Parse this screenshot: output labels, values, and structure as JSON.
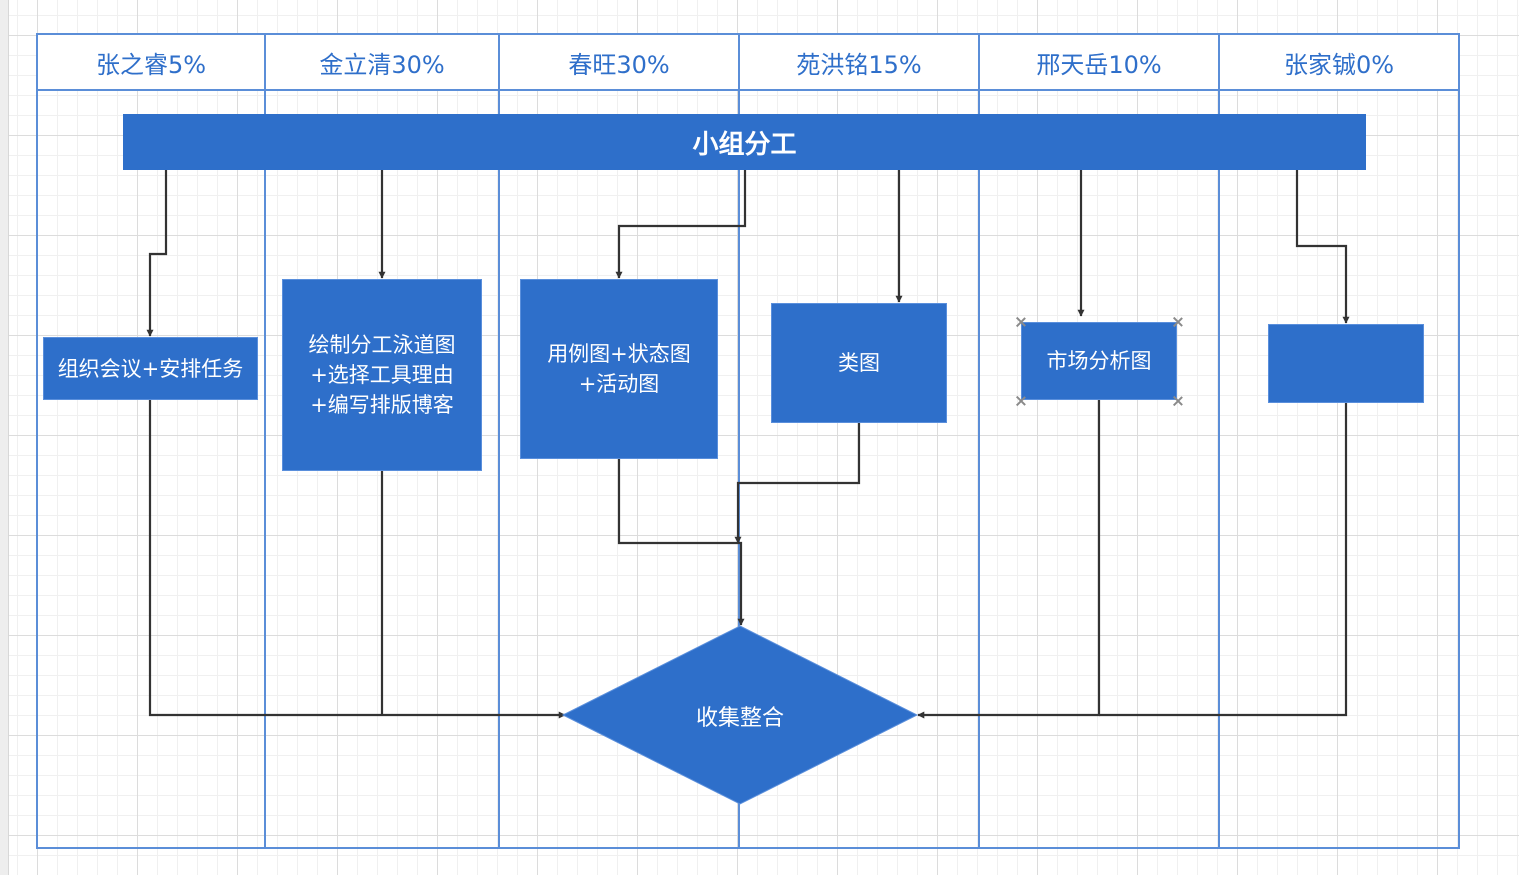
{
  "lanes": [
    {
      "name": "张之睿5%"
    },
    {
      "name": "金立清30%"
    },
    {
      "name": "春旺30%"
    },
    {
      "name": "苑洪铭15%"
    },
    {
      "name": "邢天岳10%"
    },
    {
      "name": "张家铖0%"
    }
  ],
  "title": "小组分工",
  "boxes": {
    "organize": "组织会议+安排任务",
    "swimlane": "绘制分工泳道图\n+选择工具理由\n+编写排版博客",
    "usecase": "用例图+状态图\n+活动图",
    "classdiagram": "类图",
    "market": "市场分析图",
    "empty": ""
  },
  "merge": "收集整合",
  "colors": {
    "shape_fill": "#2e6fca",
    "lane_border": "#5b8ed8",
    "lane_text": "#2f6fca",
    "connector": "#333333"
  }
}
